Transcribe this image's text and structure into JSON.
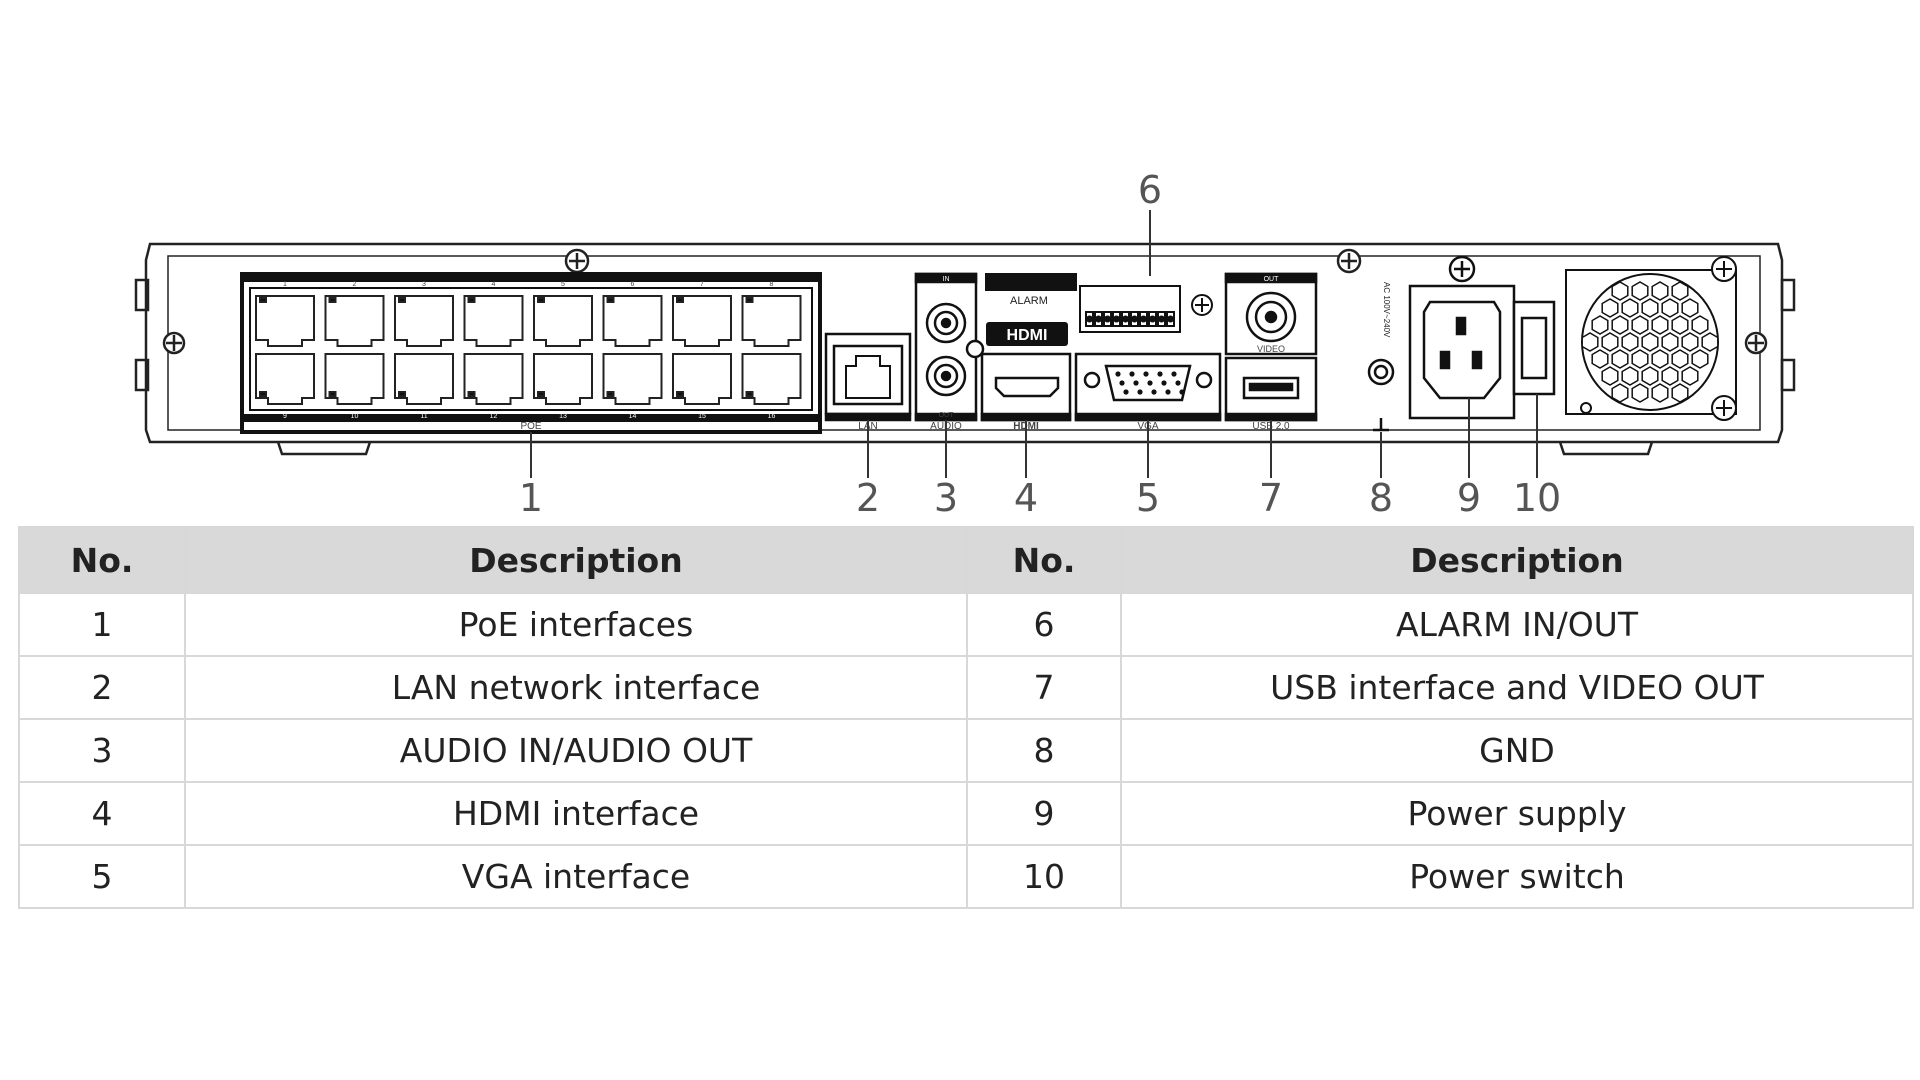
{
  "device_labels": {
    "poe": "POE",
    "lan": "LAN",
    "audio": "AUDIO",
    "audio_in": "IN",
    "audio_out": "OUT",
    "hdmi": "HDMI",
    "alarm": "ALARM",
    "vga": "VGA",
    "usb": "USB 2.0",
    "video": "VIDEO",
    "video_out": "OUT",
    "power_rating": "AC 100V~240V",
    "poe_ports_top": [
      "1",
      "2",
      "3",
      "4",
      "5",
      "6",
      "7",
      "8"
    ],
    "poe_ports_bottom": [
      "9",
      "10",
      "11",
      "12",
      "13",
      "14",
      "15",
      "16"
    ]
  },
  "callouts": [
    {
      "id": "c1",
      "label": "1"
    },
    {
      "id": "c2",
      "label": "2"
    },
    {
      "id": "c3",
      "label": "3"
    },
    {
      "id": "c4",
      "label": "4"
    },
    {
      "id": "c5",
      "label": "5"
    },
    {
      "id": "c6",
      "label": "6"
    },
    {
      "id": "c7",
      "label": "7"
    },
    {
      "id": "c8",
      "label": "8"
    },
    {
      "id": "c9",
      "label": "9"
    },
    {
      "id": "c10",
      "label": "10"
    }
  ],
  "table": {
    "headers": [
      "No.",
      "Description",
      "No.",
      "Description"
    ],
    "rows": [
      {
        "no1": "1",
        "desc1": "PoE interfaces",
        "no2": "6",
        "desc2": "ALARM IN/OUT"
      },
      {
        "no1": "2",
        "desc1": "LAN network interface",
        "no2": "7",
        "desc2": "USB interface and VIDEO OUT"
      },
      {
        "no1": "3",
        "desc1": "AUDIO IN/AUDIO OUT",
        "no2": "8",
        "desc2": "GND"
      },
      {
        "no1": "4",
        "desc1": "HDMI interface",
        "no2": "9",
        "desc2": "Power supply"
      },
      {
        "no1": "5",
        "desc1": "VGA interface",
        "no2": "10",
        "desc2": "Power switch"
      }
    ]
  }
}
